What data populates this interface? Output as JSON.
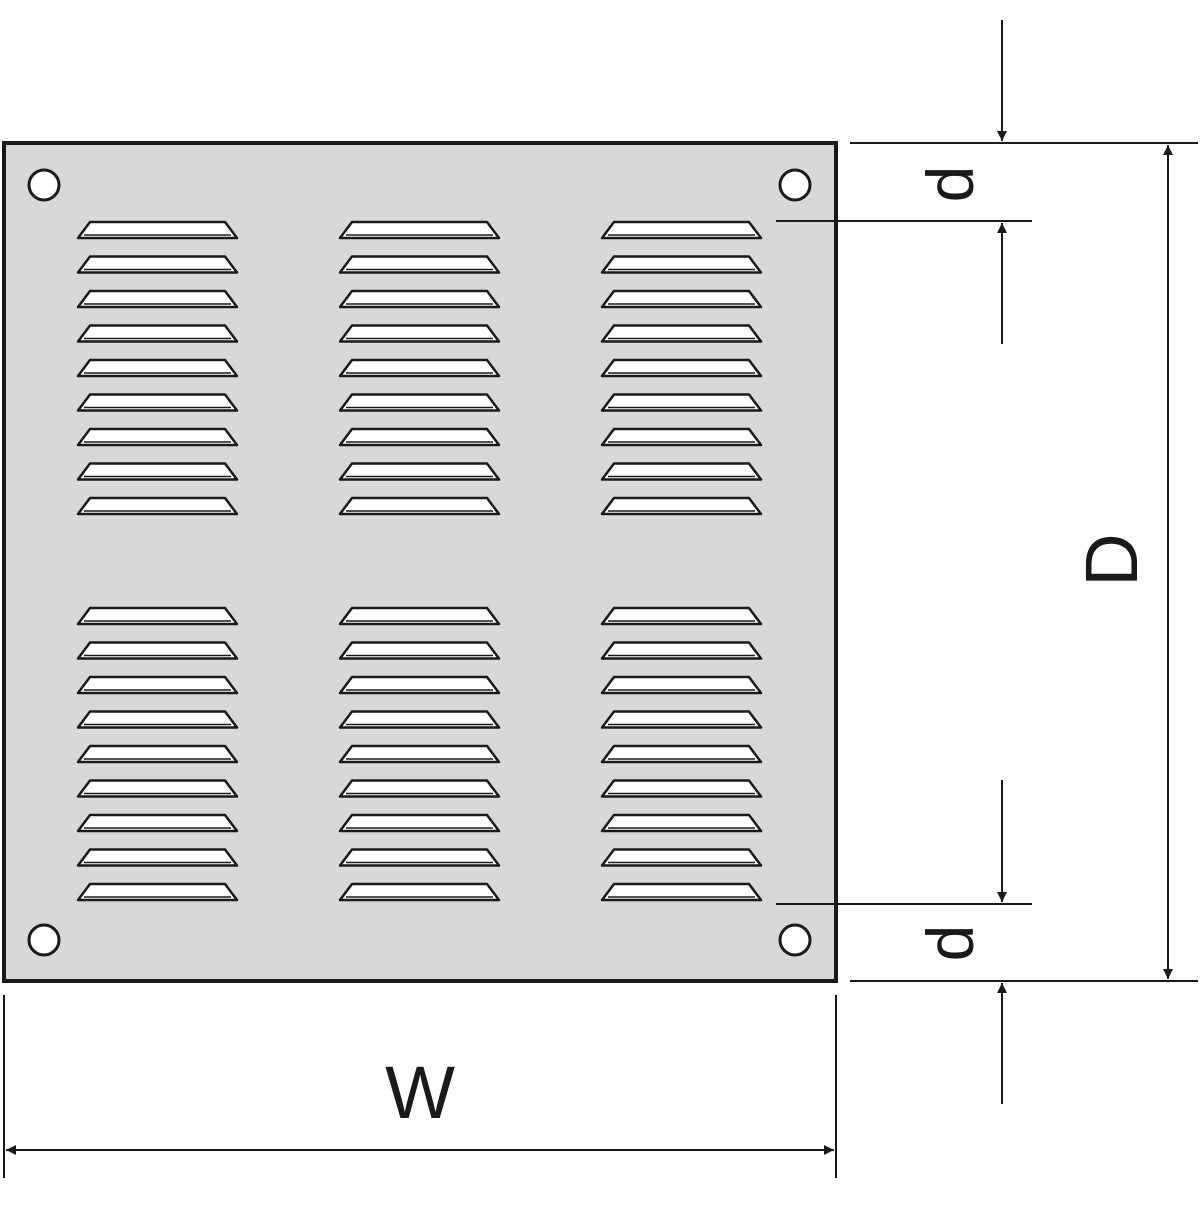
{
  "colors": {
    "plate_fill": "#d8d8d8",
    "line": "#1a1a1a",
    "background": "#ffffff"
  },
  "plate": {
    "louver_groups": 6,
    "louvers_per_group": 9,
    "mounting_holes": 4
  },
  "dimensions": {
    "width_label": "W",
    "depth_label": "D",
    "top_offset_label": "d",
    "bottom_offset_label": "d"
  }
}
